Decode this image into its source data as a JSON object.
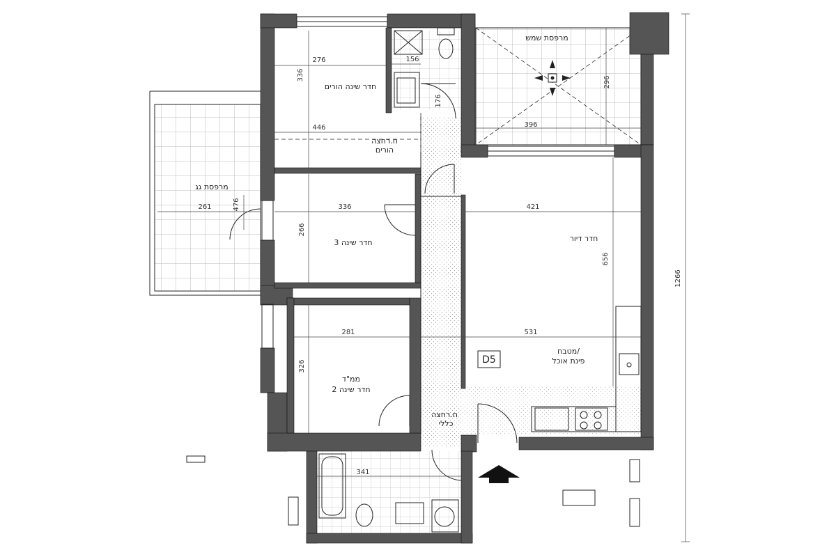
{
  "plan": {
    "unit_code": "D5",
    "overall_dimension": "1266",
    "rooms": {
      "sun_balcony": "מרפסת שמש",
      "master_bedroom": "חדר שינה הורים",
      "master_bath_line1": "ח.רחצה",
      "master_bath_line2": "הורים",
      "roof_balcony": "מרפסת גג",
      "bedroom3": "חדר שינה 3",
      "living_room": "חדר דיור",
      "kitchen_line1": "מטבח/",
      "kitchen_line2": "פינת אוכל",
      "mamad_line1": "ממ\"ד",
      "mamad_line2": "חדר שינה 2",
      "general_bath_line1": "ח.רחצה",
      "general_bath_line2": "כללי"
    },
    "dimensions": {
      "master_width_top": "276",
      "master_height": "336",
      "master_width": "446",
      "bath_width": "156",
      "bath_height": "176",
      "sun_height": "296",
      "sun_width": "396",
      "roof_width": "261",
      "roof_door": "476",
      "bed3_width": "336",
      "bed3_height": "266",
      "living_width": "421",
      "living_height": "656",
      "mamad_width": "281",
      "mamad_height": "326",
      "kitchen_width": "531",
      "general_bath_width": "341"
    },
    "colors": {
      "wall": "#555555",
      "line": "#222222",
      "tile": "#bbbbbb",
      "hatch": "#d6d6d6"
    }
  }
}
